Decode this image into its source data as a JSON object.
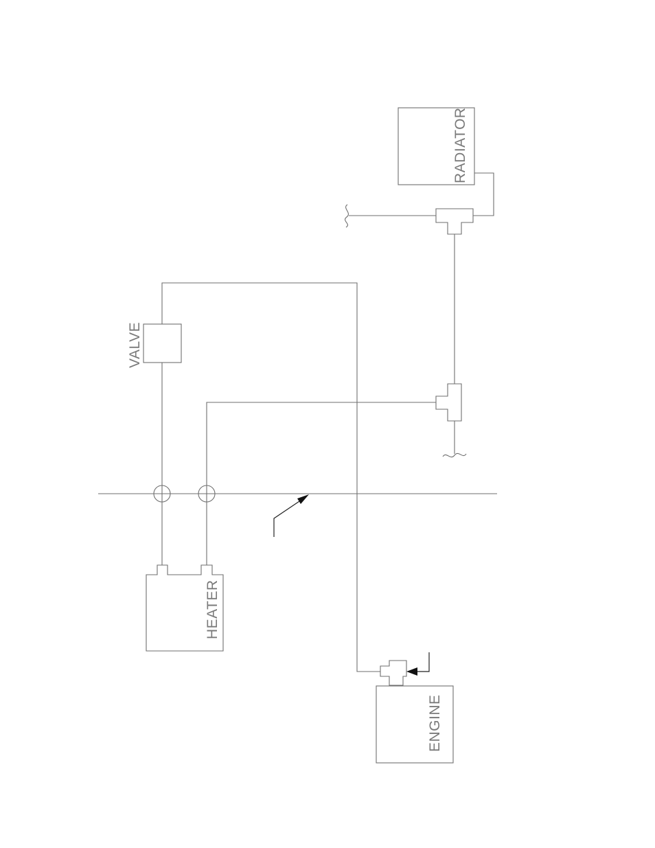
{
  "labels": {
    "radiator": "RADIATOR",
    "valve": "VALVE",
    "heater": "HEATER",
    "engine": "ENGINE"
  },
  "colors": {
    "line": "#6e6e6e",
    "label": "#7a7a7a",
    "arrow": "#111111",
    "background": "#ffffff"
  }
}
